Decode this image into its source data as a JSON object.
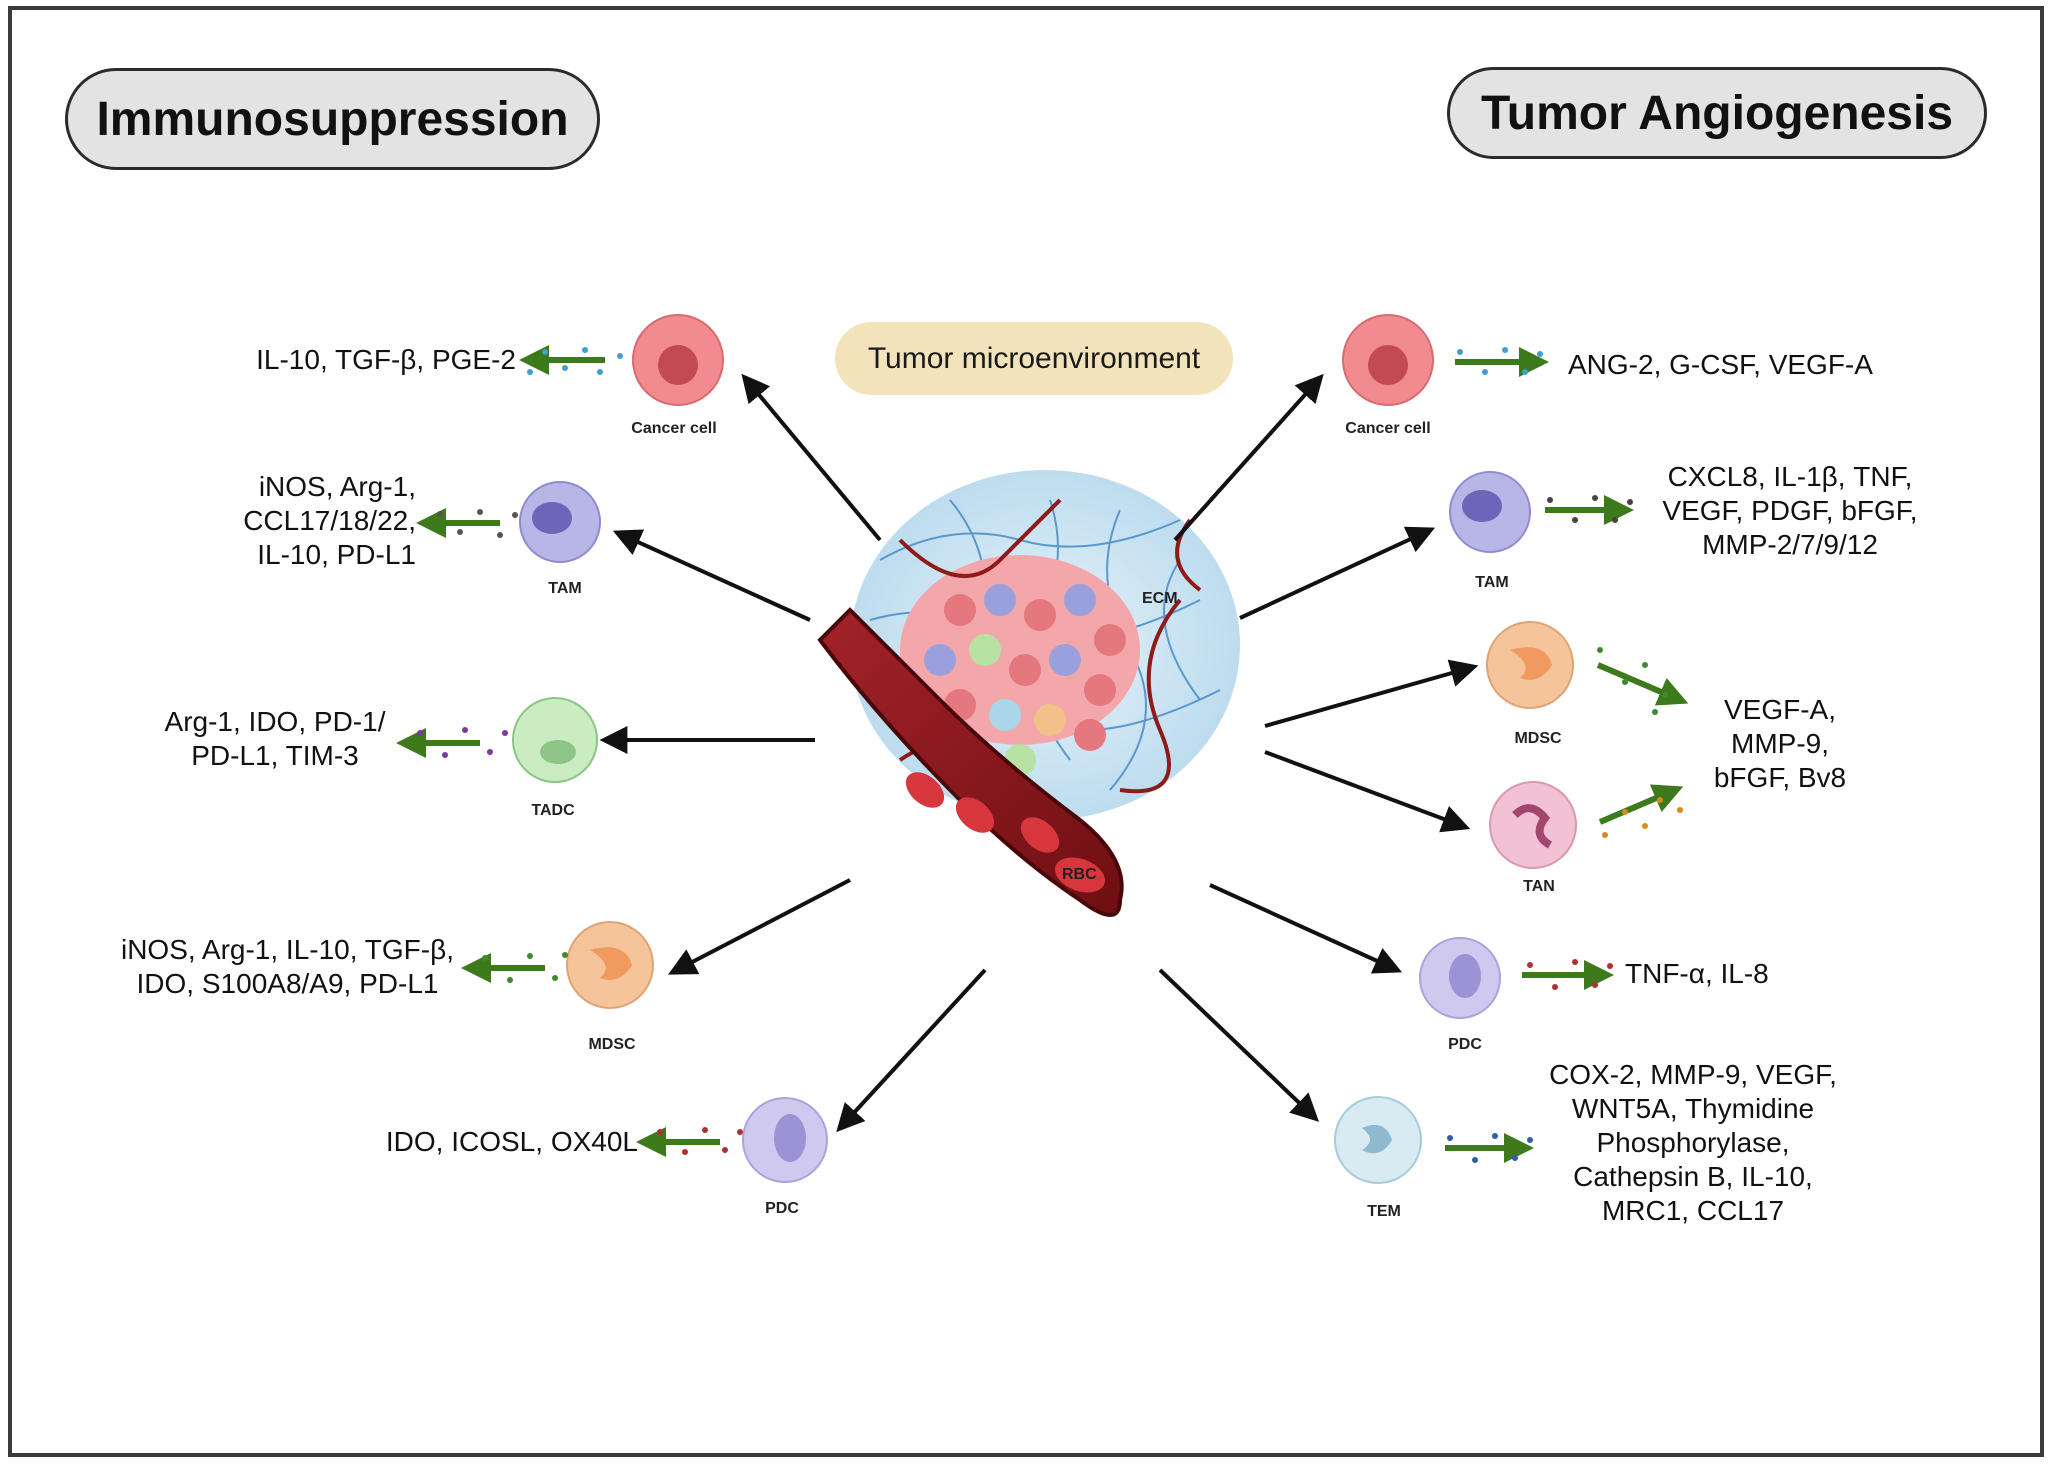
{
  "headings": {
    "left": "Immunosuppression",
    "right": "Tumor Angiogenesis",
    "center": "Tumor microenvironment"
  },
  "center_tags": {
    "ecm": "ECM",
    "rbc": "RBC"
  },
  "left_panel": [
    {
      "cell": "Cancer cell",
      "factors": "IL-10, TGF-β, PGE-2"
    },
    {
      "cell": "TAM",
      "factors": "iNOS, Arg-1,\nCCL17/18/22,\nIL-10, PD-L1"
    },
    {
      "cell": "TADC",
      "factors": "Arg-1, IDO, PD-1/\nPD-L1, TIM-3"
    },
    {
      "cell": "MDSC",
      "factors": "iNOS, Arg-1, IL-10, TGF-β,\nIDO, S100A8/A9, PD-L1"
    },
    {
      "cell": "PDC",
      "factors": "IDO, ICOSL, OX40L"
    }
  ],
  "right_panel": [
    {
      "cell": "Cancer cell",
      "factors": "ANG-2, G-CSF, VEGF-A"
    },
    {
      "cell": "TAM",
      "factors": "CXCL8, IL-1β, TNF,\nVEGF, PDGF, bFGF,\nMMP-2/7/9/12"
    },
    {
      "cell": "MDSC",
      "factors": ""
    },
    {
      "cell": "TAN",
      "factors": "VEGF-A,\nMMP-9,\nbFGF, Bv8"
    },
    {
      "cell": "PDC",
      "factors": "TNF-α, IL-8"
    },
    {
      "cell": "TEM",
      "factors": "COX-2, MMP-9, VEGF,\nWNT5A, Thymidine\nPhosphorylase,\nCathepsin B, IL-10,\nMRC1, CCL17"
    }
  ],
  "colors": {
    "arrow": "#111111",
    "secretion_arrow": "#3d7a1c",
    "cancer_cell": "#f28b8f",
    "tam": "#b7b6e6",
    "tadc": "#c9ecc3",
    "mdsc": "#f6c49a",
    "pdc": "#cfc9ef",
    "tan": "#f2c2d4",
    "tem": "#d8ebf3",
    "vessel": "#8e1a1a",
    "ecm_bg": "#cfe7f3"
  }
}
